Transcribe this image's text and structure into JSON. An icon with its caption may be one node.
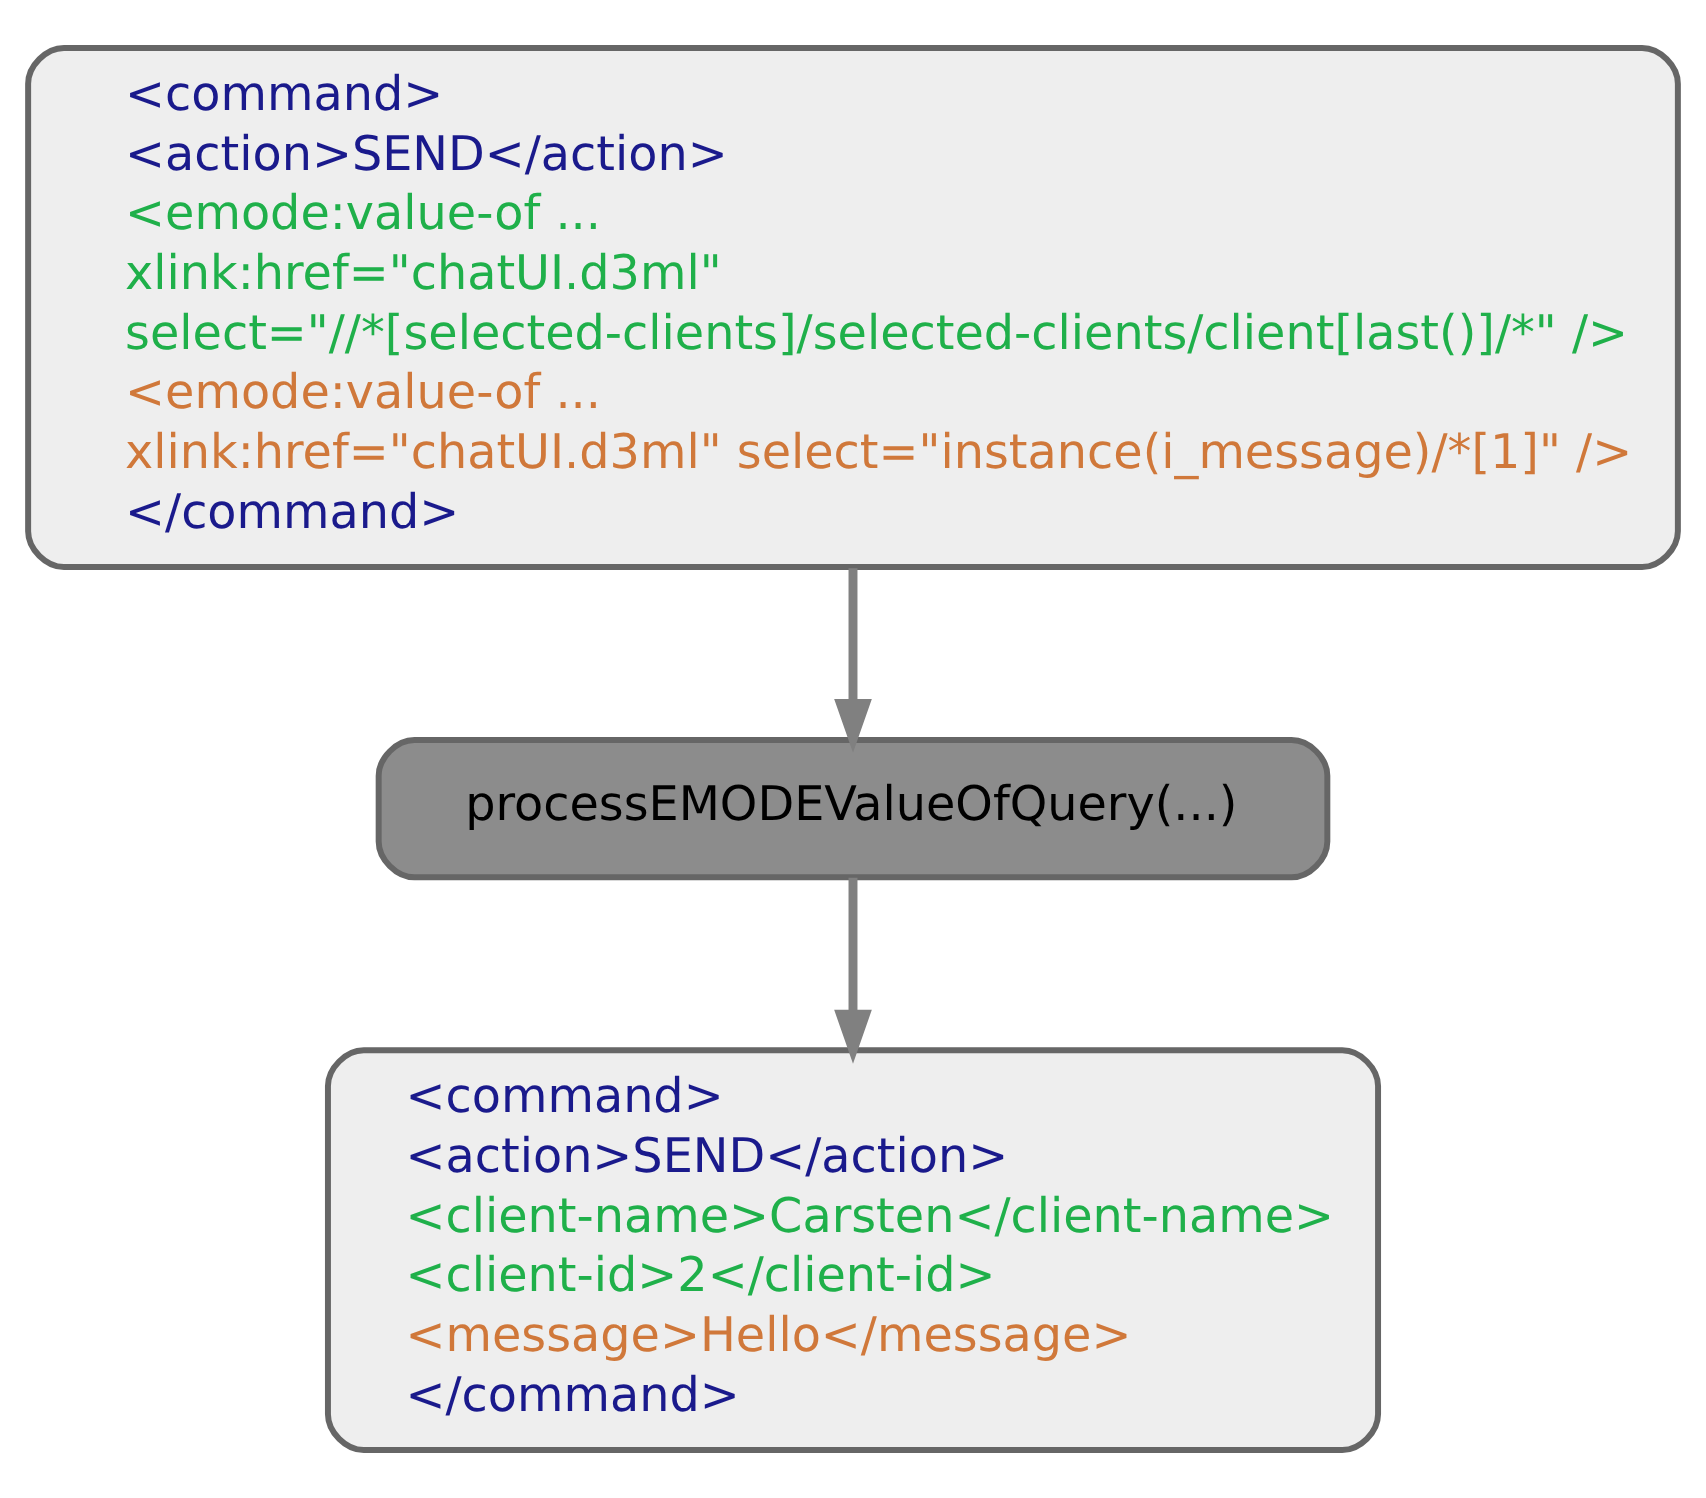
{
  "diagram": {
    "nodes": [
      {
        "text": [
          "<command>",
          "<action>SEND</action>",
          "<emode:value-of ...",
          "xlink:href=\"chatUI.d3ml\"",
          "select=\"//*[selected-clients]/selected-clients/client[last()]/*\" />",
          "<emode:value-of ...",
          "xlink:href=\"chatUI.d3ml\" select=\"instance(i_message)/*[1]\" />",
          "</command>"
        ]
      },
      {
        "text": [
          "processEMODEValueOfQuery(...)"
        ]
      },
      {
        "text": [
          "<command>",
          "<action>SEND</action>",
          "<client-name>Carsten</client-name>",
          "<client-id>2</client-id>",
          "<message>Hello</message>",
          "</command>"
        ]
      }
    ],
    "edges": [
      {
        "from": 0,
        "to": 1,
        "arrow": "to"
      },
      {
        "from": 1,
        "to": 2,
        "arrow": "to"
      }
    ]
  }
}
